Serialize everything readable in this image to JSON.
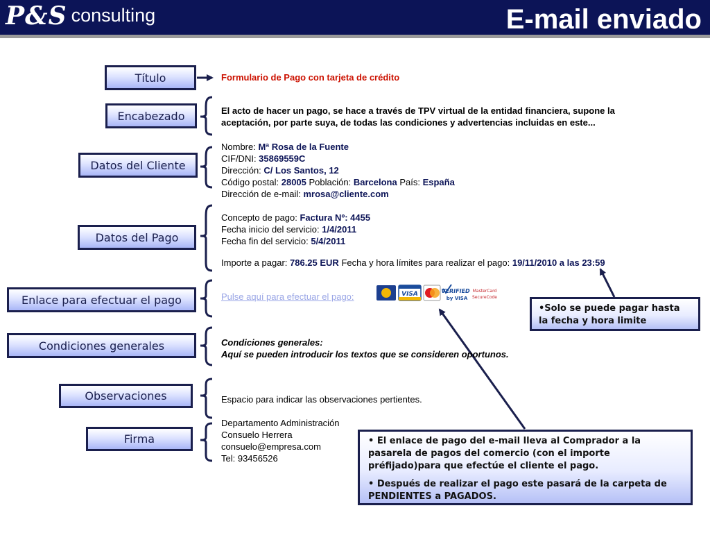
{
  "header": {
    "logo_mark": "P&S",
    "logo_word": "consulting",
    "title": "E-mail enviado"
  },
  "labels": {
    "titulo": "Título",
    "encabezado": "Encabezado",
    "cliente": "Datos del Cliente",
    "pago": "Datos del Pago",
    "enlace": "Enlace para efectuar el pago",
    "condiciones": "Condiciones generales",
    "observaciones": "Observaciones",
    "firma": "Firma"
  },
  "email": {
    "subject": "Formulario de Pago con tarjeta de crédito",
    "intro_line1": "El acto de hacer un pago, se hace a través de TPV virtual de la entidad financiera, supone la",
    "intro_line2": "aceptación, por parte suya, de todas las condiciones y advertencias incluidas en este...",
    "client": {
      "nombre_label": "Nombre: ",
      "nombre": "Mª Rosa de la Fuente",
      "cif_label": "CIF/DNI: ",
      "cif": "35869559C",
      "direccion_label": "Dirección: ",
      "direccion": "C/ Los Santos, 12",
      "cp_label": "Código postal: ",
      "cp": "28005",
      "poblacion_label": " Población: ",
      "poblacion": "Barcelona",
      "pais_label": " País: ",
      "pais": "España",
      "email_label": "Dirección de e-mail: ",
      "email": "mrosa@cliente.com"
    },
    "payment": {
      "concepto_label": "Concepto de pago: ",
      "concepto": "Factura Nº: 4455",
      "inicio_label": "Fecha inicio del servicio: ",
      "inicio": "1/4/2011",
      "fin_label": "Fecha fin del servicio: ",
      "fin": "5/4/2011",
      "importe_label": "Importe a pagar: ",
      "importe": "786.25 EUR",
      "limite_label": " Fecha y hora límites para realizar el pago: ",
      "limite": "19/11/2010 a las 23:59"
    },
    "pay_link": "Pulse aquí para efectuar el pago:",
    "card_logos": {
      "visa": "VISA",
      "verified_1": "VERIFIED",
      "verified_2": "by VISA",
      "securecode_1": "MasterCard",
      "securecode_2": "SecureCode"
    },
    "conditions_title": "Condiciones generales:",
    "conditions_text": "Aquí se pueden introducir los textos que se consideren oportunos.",
    "observations": "Espacio para indicar las observaciones pertientes.",
    "signature": {
      "dept": "Departamento Administración",
      "name": "Consuelo Herrera",
      "email": "consuelo@empresa.com",
      "tel": "Tel: 93456526"
    }
  },
  "callouts": {
    "limit_note": "•Solo se puede pagar hasta la fecha y hora limite",
    "bullet1": "• El enlace de pago del e-mail lleva al Comprador a la pasarela de pagos del comercio (con el importe préfijado)para que efectúe el cliente el pago.",
    "bullet2": "• Después de realizar el pago este pasará de la carpeta de PENDIENTES  a PAGADOS."
  },
  "colors": {
    "header_bg": "#0c1457",
    "box_border": "#1a1f4d",
    "subject_red": "#cc1100",
    "value_blue": "#0c1457",
    "link_blue": "#9aa6e6"
  }
}
